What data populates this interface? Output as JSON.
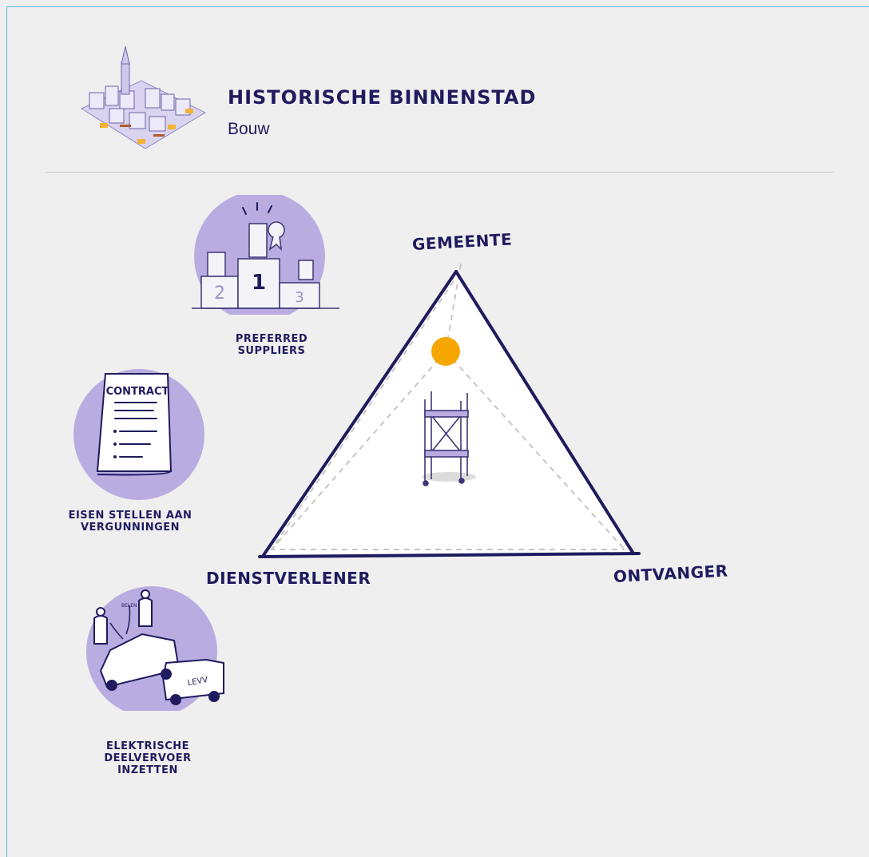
{
  "header": {
    "title": "HISTORISCHE BINNENSTAD",
    "subtitle": "Bouw"
  },
  "triangle": {
    "top_label": "GEMEENTE",
    "left_label": "DIENSTVERLENER",
    "right_label": "ONTVANGER"
  },
  "measures": [
    {
      "icon": "podium-icon",
      "caption_lines": [
        "PREFERRED",
        "SUPPLIERS"
      ],
      "podium_numbers": [
        "2",
        "1",
        "3"
      ]
    },
    {
      "icon": "contract-icon",
      "caption_lines": [
        "EISEN STELLEN AAN",
        "VERGUNNINGEN"
      ],
      "doc_title": "CONTRACT"
    },
    {
      "icon": "shared-vans-icon",
      "caption_lines": [
        "ELEKTRISCHE",
        "DEELVERVOER",
        "INZETTEN"
      ],
      "van_labels": [
        "BELEN",
        "LEVV"
      ]
    }
  ],
  "colors": {
    "accent_purple": "#b8ace0",
    "dark_navy": "#1f1b5e",
    "indicator_orange": "#f7a600",
    "dashed_grey": "#c6c6c6"
  }
}
